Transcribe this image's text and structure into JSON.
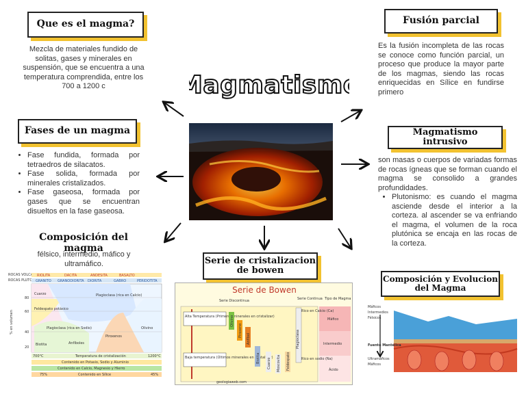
{
  "main_title": "Magmatismo",
  "sections": {
    "que_es": {
      "title": "Que es el magma?",
      "text": "Mezcla de materiales fundido de solitas, gases y minerales en suspensión, que se encuentra a una temperatura comprendida, entre los 700 a 1200 c"
    },
    "fases": {
      "title": "Fases de un magma",
      "items": [
        "Fase fundida, formada por tetraedros de silacatos.",
        "Fase solida, formada por minerales cristalizados.",
        "Fase gaseosa, formada por gases que se encuentran disueltos en la fase gaseosa."
      ]
    },
    "composicion": {
      "title": "Composición del magma",
      "text": "félsico, intermedio, máfico y ultramáfico."
    },
    "fusion": {
      "title": "Fusión parcial",
      "text": "Es la fusión incompleta de las rocas se conoce como función parcial, un proceso que produce la mayor parte de los magmas, siendo las rocas enriquecidas en Sílice en fundirse primero"
    },
    "intrusivo": {
      "title": "Magmatismo intrusivo",
      "text": "son masas o cuerpos de variadas formas de rocas ígneas que se forman cuando el magma se consolido a grandes profundidades.",
      "items": [
        "Plutonismo: es cuando el magma asciende desde el interior a la corteza. al ascender se va enfriando el magma, el volumen de la roca plutónica se encaja en las rocas de la corteza."
      ]
    },
    "serie": {
      "title_line1": "Serie de cristalizacion",
      "title_line2": "de bowen"
    },
    "evolucion": {
      "title_line1": "Composición y Evolucion",
      "title_line2": "del Magma"
    }
  },
  "composition_chart": {
    "volcanic_label": "ROCAS VOLCANICAS",
    "plutonic_label": "ROCAS PLUTONICAS",
    "volcanic_rocks": [
      "RIOLITA",
      "DACITA",
      "ANDESITA",
      "BASALTO"
    ],
    "plutonic_rocks": [
      "GRANITO",
      "GRANODIORITA",
      "DIORITA",
      "GABRO",
      "PERIDOTITA"
    ],
    "y_label": "% en volumen",
    "y_ticks": [
      "80",
      "60",
      "40",
      "20"
    ],
    "minerals": [
      "Cuarzo",
      "Feldespato potásico",
      "Plagioclasa (rica en Calcio)",
      "Plagioclasa (rica en Sodio)",
      "Biotita",
      "Anfíboles",
      "Piroxenos",
      "Olivino"
    ],
    "temp_left": "700°C",
    "temp_right": "1200°C",
    "temp_caption": "Temperatura de cristalización",
    "row_k": "Contenido en Potasio, Sodio y Aluminio",
    "row_ca": "Contenido en Calcio, Magnesio y Hierro",
    "silica_left": "75%",
    "silica_right": "45%",
    "row_si": "Contenido en Sílice"
  },
  "bowen_chart": {
    "title": "Serie de Bowen",
    "col_discontinua": "Serie Discontinua",
    "col_continua": "Serie Continua",
    "col_tipo": "Tipo de Magma",
    "alta": "Alta Temperatura (Primeros minerales en cristalizar)",
    "baja": "Baja temperatura (Últimos minerales en cristalizar)",
    "minerals": [
      "Olivino",
      "Piroxeno",
      "Anfíbol",
      "Biotita",
      "Cuarzo",
      "Moscovita",
      "Feldespato"
    ],
    "plagioclasa": "Plagioclasa",
    "rico_ca": "Rico en Calcio (Ca)",
    "rico_na": "Rico en sodio (Na)",
    "tipos": [
      "Máfico",
      "Intermedio",
      "Ácido"
    ],
    "credit": "geologiaweb.com"
  },
  "evolution_chart": {
    "labels": [
      "Máficos",
      "Intermedios",
      "Félsicos",
      "Fuente Mantélica",
      "Ultramáficos",
      "Máficos"
    ]
  },
  "colors": {
    "accent_shadow": "#f2c230",
    "lava": "#ff5a00",
    "bowen_title": "#c0392b"
  }
}
